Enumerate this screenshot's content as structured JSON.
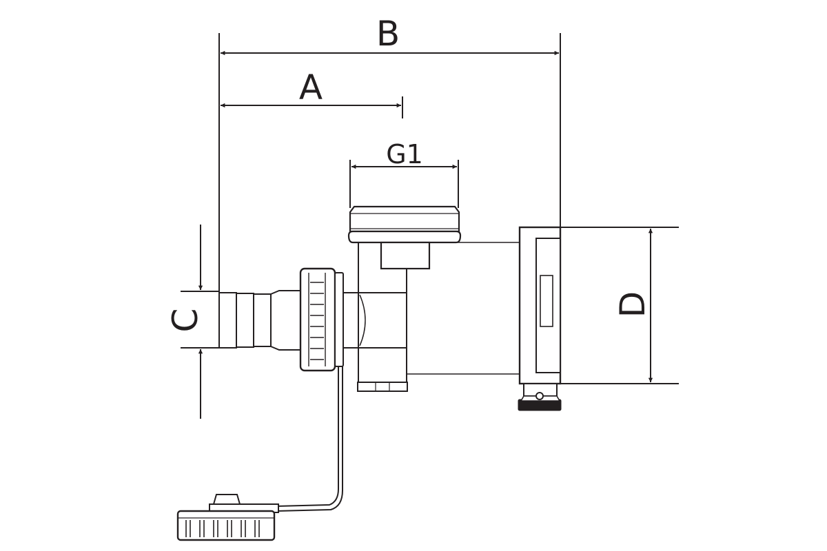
{
  "drawing": {
    "labels": {
      "A": "A",
      "B": "B",
      "C": "C",
      "D": "D",
      "G1": "G1"
    },
    "line_color": "#231f20",
    "background": "#ffffff"
  }
}
